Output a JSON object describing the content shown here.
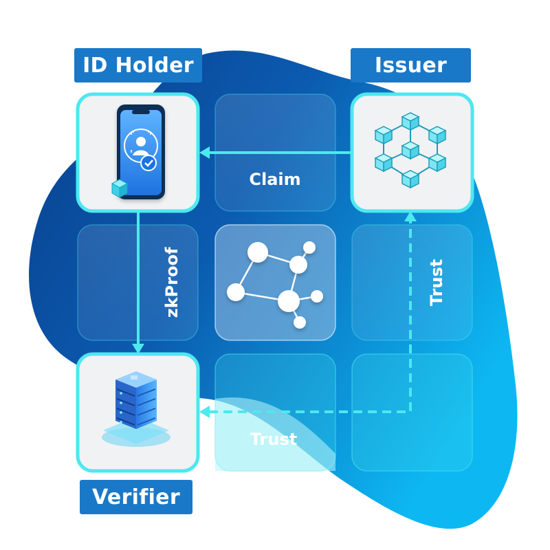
{
  "roles": {
    "holder": "ID Holder",
    "issuer": "Issuer",
    "verifier": "Verifier"
  },
  "flows": {
    "claim": "Claim",
    "zkproof": "zkProof",
    "trust_vertical": "Trust",
    "trust_horizontal": "Trust"
  },
  "icons": {
    "holder": "smartphone-face-id-icon",
    "issuer": "blockchain-cubes-icon",
    "verifier": "server-stack-icon",
    "center": "network-graph-icon"
  },
  "colors": {
    "label_bg": "#1a78c8",
    "tile_border": "#4de8f0",
    "blob_dark": "#0a4a96",
    "blob_light": "#0eb3f0"
  }
}
